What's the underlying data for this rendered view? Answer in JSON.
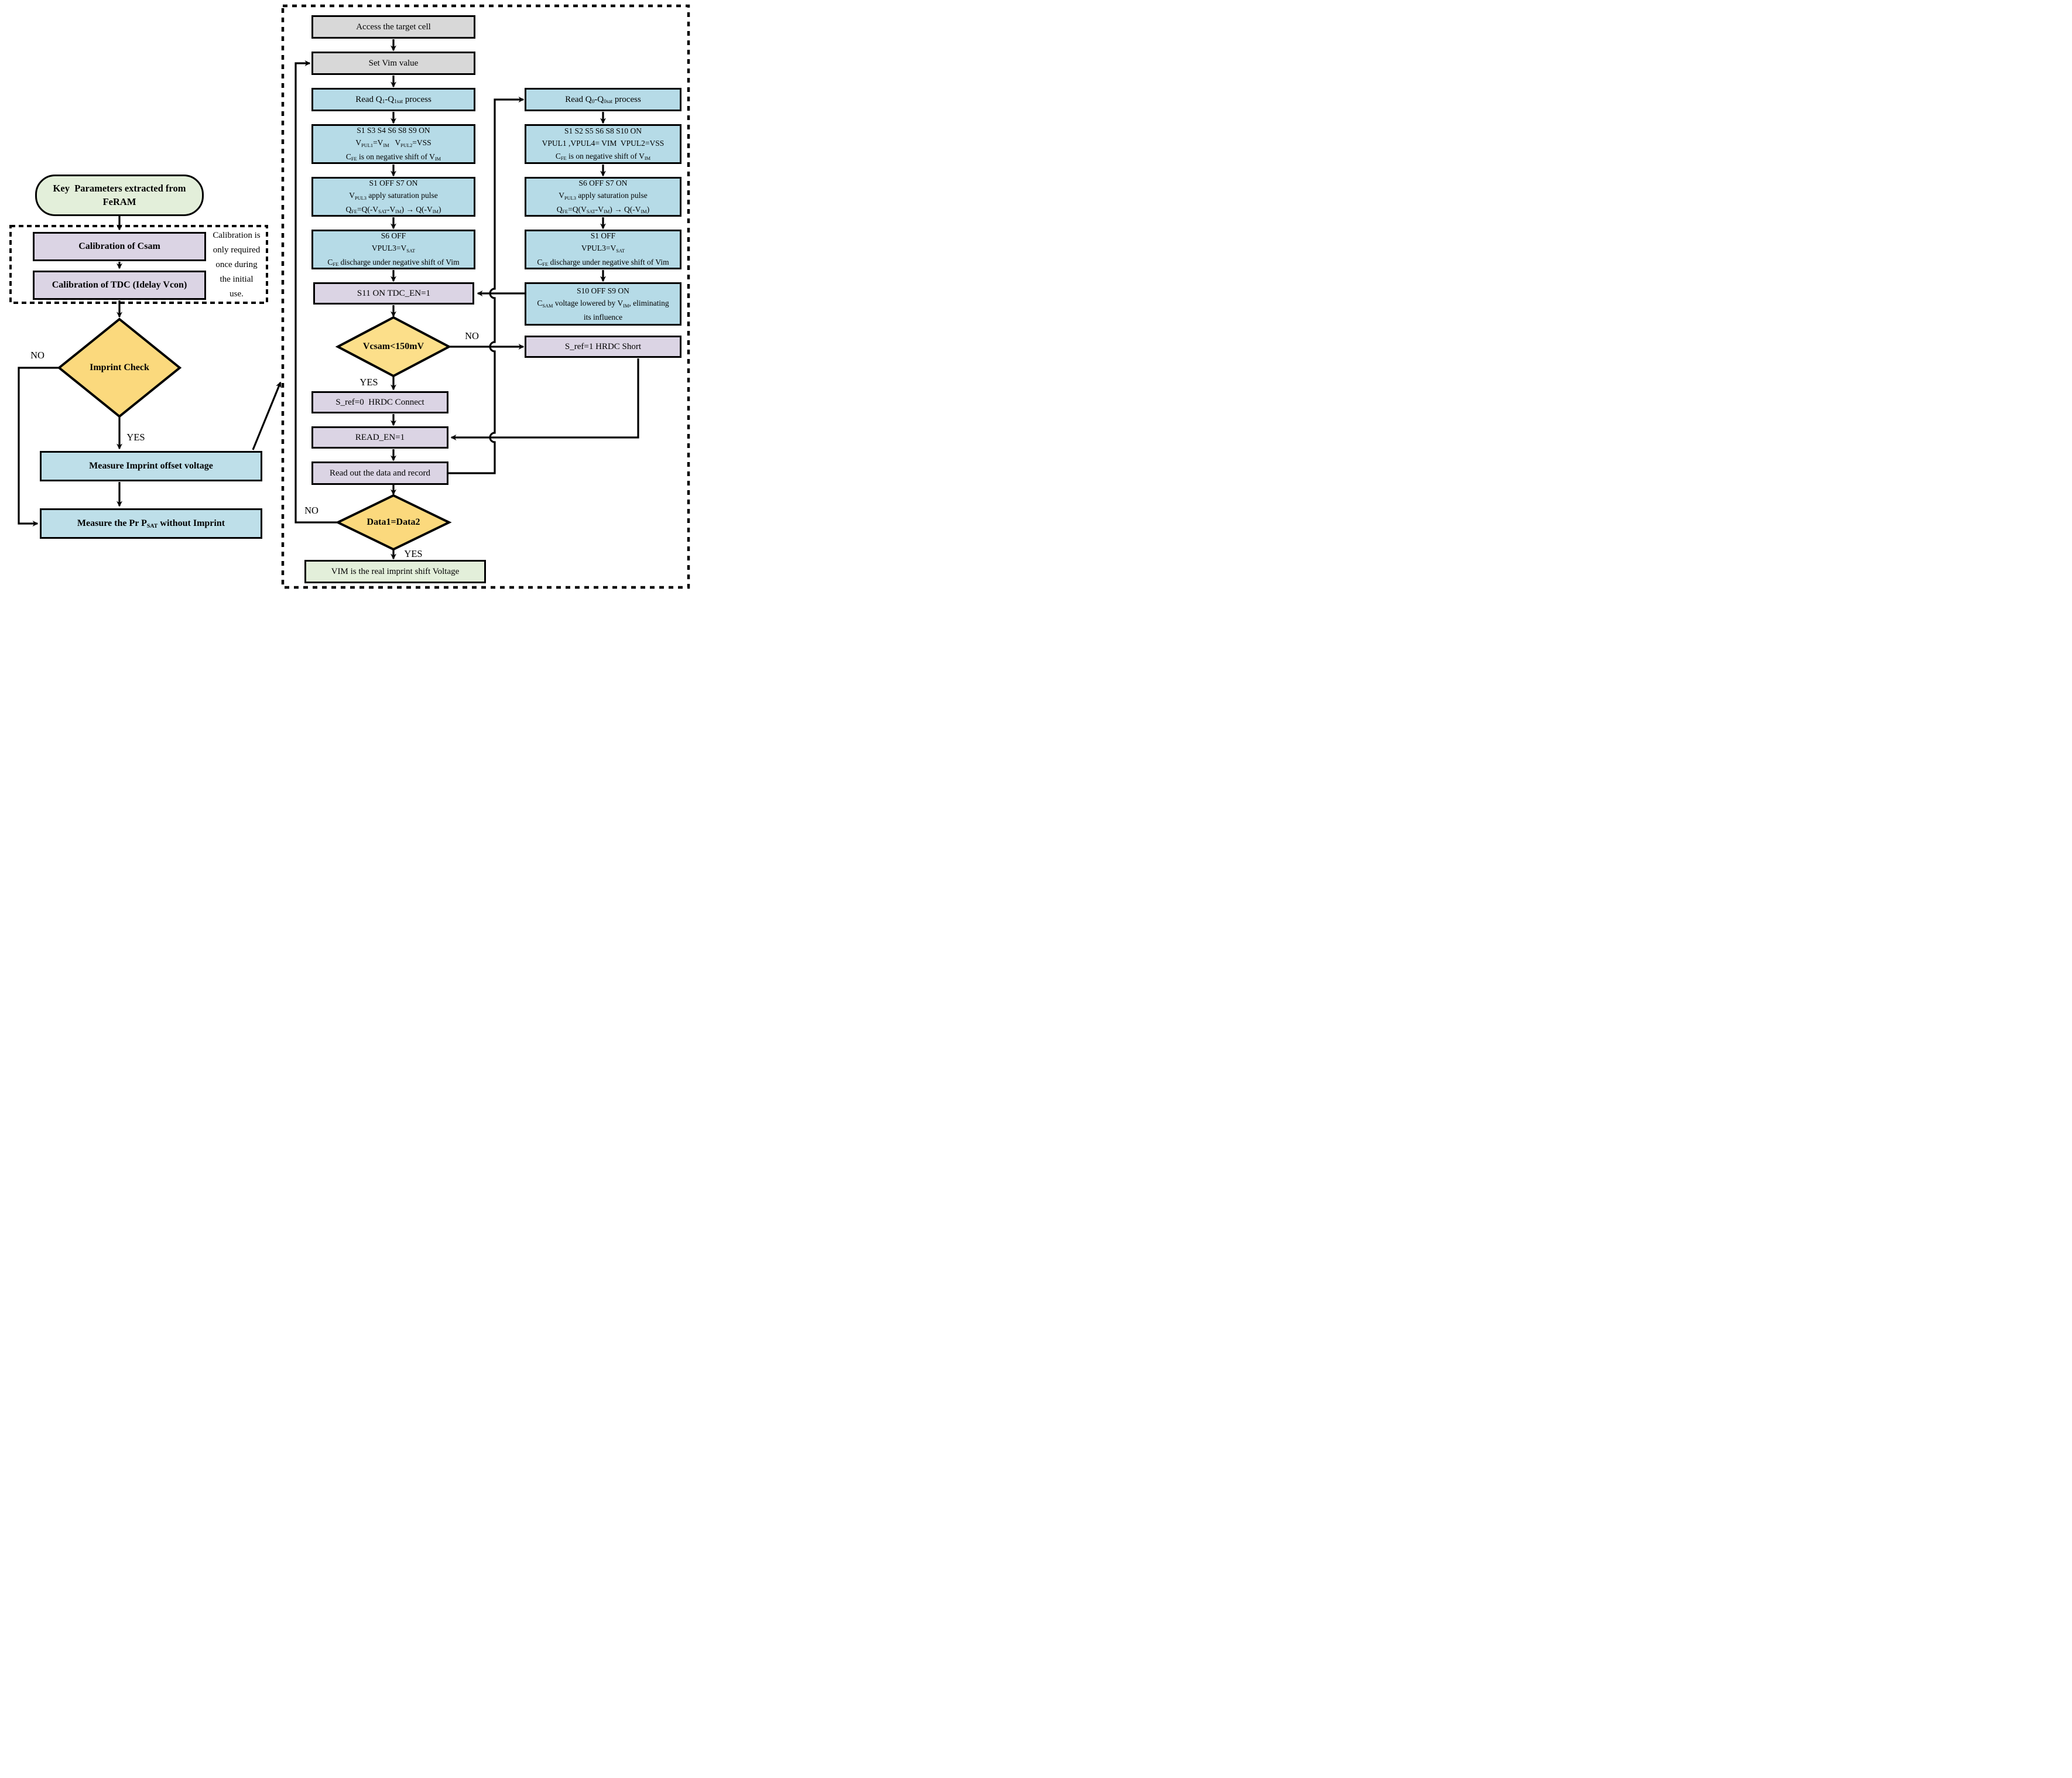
{
  "colors": {
    "process_blue": "#b6dbe7",
    "left_blue": "#bedfe9",
    "state_purple": "#dbd4e4",
    "io_gray": "#d8d8d8",
    "terminal_green": "#e3efda",
    "decision_yellow": "#fbdc85",
    "line_black": "#000000"
  },
  "left": {
    "start": {
      "lines": [
        [
          [
            "Key  Parameters extracted from"
          ]
        ],
        [
          [
            "FeRAM"
          ]
        ]
      ]
    },
    "calib_csam": {
      "lines": [
        [
          [
            "Calibration of Csam"
          ]
        ]
      ]
    },
    "calib_tdc": {
      "lines": [
        [
          [
            "Calibration of TDC (Idelay Vcon)"
          ]
        ]
      ]
    },
    "note": {
      "lines": [
        [
          [
            "Calibration is"
          ]
        ],
        [
          [
            "only required"
          ]
        ],
        [
          [
            "once during"
          ]
        ],
        [
          [
            "the initial"
          ]
        ],
        [
          [
            "use."
          ]
        ]
      ]
    },
    "imprint": {
      "label": "Imprint Check",
      "no": "NO",
      "yes": "YES"
    },
    "offset": {
      "lines": [
        [
          [
            "Measure Imprint offset voltage"
          ]
        ]
      ]
    },
    "pr": {
      "lines": [
        [
          [
            "Measure the Pr P"
          ],
          [
            "SAT",
            "sub"
          ],
          [
            " without Imprint"
          ]
        ]
      ]
    }
  },
  "right": {
    "main": {
      "access": {
        "lines": [
          [
            [
              "Access the target cell"
            ]
          ]
        ]
      },
      "set_vim": {
        "lines": [
          [
            [
              "Set Vim value"
            ]
          ]
        ]
      },
      "read_q1": {
        "lines": [
          [
            [
              "Read Q"
            ],
            [
              "1",
              "sub"
            ],
            [
              "-Q"
            ],
            [
              "1sat",
              "sub"
            ],
            [
              " process"
            ]
          ]
        ]
      },
      "q1_setup": {
        "lines": [
          [
            [
              "S1 S3 S4 S6 S8 S9 ON"
            ]
          ],
          [
            [
              "V"
            ],
            [
              "PUL1",
              "sub"
            ],
            [
              "=V"
            ],
            [
              "IM",
              "sub"
            ],
            [
              "   V"
            ],
            [
              "PUL2",
              "sub"
            ],
            [
              "=VSS"
            ]
          ],
          [
            [
              "C"
            ],
            [
              "FE",
              "sub"
            ],
            [
              " is on negative shift of V"
            ],
            [
              "IM",
              "sub"
            ]
          ]
        ]
      },
      "q1_pulse": {
        "lines": [
          [
            [
              "S1 OFF S7 ON"
            ]
          ],
          [
            [
              "V"
            ],
            [
              "PUL3",
              "sub"
            ],
            [
              " apply saturation pulse"
            ]
          ],
          [
            [
              "Q"
            ],
            [
              "FE",
              "sub"
            ],
            [
              "=Q(-V"
            ],
            [
              "SAT",
              "sub"
            ],
            [
              "-V"
            ],
            [
              "IM",
              "sub"
            ],
            [
              ") → Q(-V"
            ],
            [
              "IM",
              "sub"
            ],
            [
              ")"
            ]
          ]
        ]
      },
      "q1_discharge": {
        "lines": [
          [
            [
              "S6 OFF"
            ]
          ],
          [
            [
              "VPUL3=V"
            ],
            [
              "SAT",
              "sub"
            ]
          ],
          [
            [
              "C"
            ],
            [
              "FE",
              "sub"
            ],
            [
              " discharge under negative shift of Vim"
            ]
          ]
        ]
      },
      "s11": {
        "lines": [
          [
            [
              "S11 ON TDC_EN=1"
            ]
          ]
        ]
      },
      "vcsam": {
        "label": "Vcsam<150mV",
        "no": "NO",
        "yes": "YES"
      },
      "sref0": {
        "lines": [
          [
            [
              "S_ref=0  HRDC Connect"
            ]
          ]
        ]
      },
      "read_en": {
        "lines": [
          [
            [
              "READ_EN=1"
            ]
          ]
        ]
      },
      "read_out": {
        "lines": [
          [
            [
              "Read out the data and record"
            ]
          ]
        ]
      },
      "data_cmp": {
        "label": "Data1=Data2",
        "no": "NO",
        "yes": "YES"
      },
      "final": {
        "lines": [
          [
            [
              "VIM is the real imprint shift Voltage"
            ]
          ]
        ]
      }
    },
    "alt": {
      "read_q0": {
        "lines": [
          [
            [
              "Read Q"
            ],
            [
              "0",
              "sub"
            ],
            [
              "-Q"
            ],
            [
              "0sat",
              "sub"
            ],
            [
              " process"
            ]
          ]
        ]
      },
      "q0_setup": {
        "lines": [
          [
            [
              "S1 S2 S5 S6 S8 S10 ON"
            ]
          ],
          [
            [
              "VPUL1 ,VPUL4= VIM  VPUL2=VSS"
            ]
          ],
          [
            [
              "C"
            ],
            [
              "FE",
              "sub"
            ],
            [
              " is on negative shift of V"
            ],
            [
              "IM",
              "sub"
            ]
          ]
        ]
      },
      "q0_pulse": {
        "lines": [
          [
            [
              "S6 OFF S7 ON"
            ]
          ],
          [
            [
              "V"
            ],
            [
              "PUL3",
              "sub"
            ],
            [
              " apply saturation pulse"
            ]
          ],
          [
            [
              "Q"
            ],
            [
              "FE",
              "sub"
            ],
            [
              "=Q(V"
            ],
            [
              "SAT",
              "sub"
            ],
            [
              "-V"
            ],
            [
              "IM",
              "sub"
            ],
            [
              ") → Q(-V"
            ],
            [
              "IM",
              "sub"
            ],
            [
              ")"
            ]
          ]
        ]
      },
      "q0_discharge": {
        "lines": [
          [
            [
              "S1 OFF"
            ]
          ],
          [
            [
              "VPUL3=V"
            ],
            [
              "SAT",
              "sub"
            ]
          ],
          [
            [
              "C"
            ],
            [
              "FE",
              "sub"
            ],
            [
              " discharge under negative shift of Vim"
            ]
          ]
        ]
      },
      "s10": {
        "lines": [
          [
            [
              "S10 OFF S9 ON"
            ]
          ],
          [
            [
              "C"
            ],
            [
              "SAM",
              "sub"
            ],
            [
              " voltage lowered by V"
            ],
            [
              "IM",
              "sub"
            ],
            [
              ", eliminating"
            ]
          ],
          [
            [
              "its influence"
            ]
          ]
        ]
      },
      "sref1": {
        "lines": [
          [
            [
              "S_ref=1 HRDC Short"
            ]
          ]
        ]
      }
    }
  }
}
